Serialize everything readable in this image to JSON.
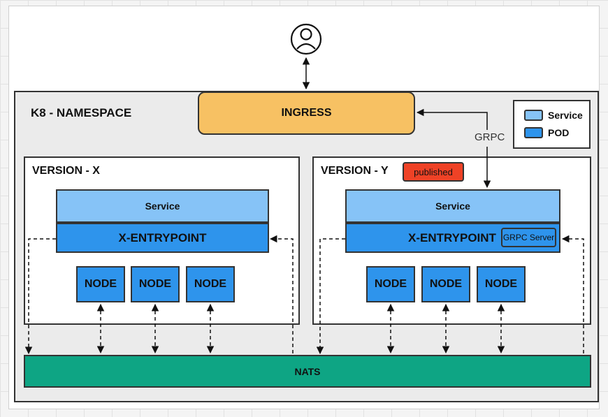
{
  "namespace": {
    "title": "K8 - NAMESPACE"
  },
  "ingress": {
    "label": "INGRESS"
  },
  "connection": {
    "grpc_label": "GRPC"
  },
  "legend": {
    "items": [
      {
        "label": "Service",
        "color": "#86c3f7"
      },
      {
        "label": "POD",
        "color": "#2e94ec"
      }
    ]
  },
  "versions": [
    {
      "title": "VERSION - X",
      "service_label": "Service",
      "entrypoint_label": "X-ENTRYPOINT",
      "nodes": [
        "NODE",
        "NODE",
        "NODE"
      ]
    },
    {
      "title": "VERSION - Y",
      "badge": "published",
      "service_label": "Service",
      "entrypoint_label": "X-ENTRYPOINT",
      "grpc_server_label": "GRPC Server",
      "nodes": [
        "NODE",
        "NODE",
        "NODE"
      ]
    }
  ],
  "nats": {
    "label": "NATS"
  },
  "user": {
    "icon": "user-icon"
  },
  "colors": {
    "ingress": "#f7c163",
    "service": "#86c3f7",
    "pod": "#2e94ec",
    "nats": "#0ea584",
    "badge": "#ef4226"
  }
}
